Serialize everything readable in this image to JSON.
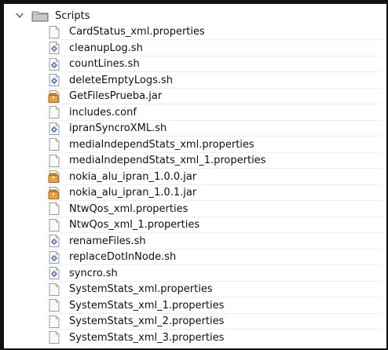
{
  "folder": {
    "name": "Scripts",
    "expanded": true,
    "icon": "folder-icon"
  },
  "files": [
    {
      "label": "CardStatus_xml.properties",
      "icon": "text-file-icon"
    },
    {
      "label": "cleanupLog.sh",
      "icon": "shell-script-icon"
    },
    {
      "label": "countLines.sh",
      "icon": "shell-script-icon"
    },
    {
      "label": "deleteEmptyLogs.sh",
      "icon": "shell-script-icon"
    },
    {
      "label": "GetFilesPrueba.jar",
      "icon": "jar-file-icon"
    },
    {
      "label": "includes.conf",
      "icon": "text-file-icon"
    },
    {
      "label": "ipranSyncroXML.sh",
      "icon": "shell-script-icon"
    },
    {
      "label": "mediaIndependStats_xml.properties",
      "icon": "text-file-icon"
    },
    {
      "label": "mediaIndependStats_xml_1.properties",
      "icon": "text-file-icon"
    },
    {
      "label": "nokia_alu_ipran_1.0.0.jar",
      "icon": "jar-file-icon"
    },
    {
      "label": "nokia_alu_ipran_1.0.1.jar",
      "icon": "jar-file-icon"
    },
    {
      "label": "NtwQos_xml.properties",
      "icon": "text-file-icon"
    },
    {
      "label": "NtwQos_xml_1.properties",
      "icon": "text-file-icon"
    },
    {
      "label": "renameFiles.sh",
      "icon": "shell-script-icon"
    },
    {
      "label": "replaceDotInNode.sh",
      "icon": "shell-script-icon"
    },
    {
      "label": "syncro.sh",
      "icon": "shell-script-icon"
    },
    {
      "label": "SystemStats_xml.properties",
      "icon": "text-file-icon"
    },
    {
      "label": "SystemStats_xml_1.properties",
      "icon": "text-file-icon"
    },
    {
      "label": "SystemStats_xml_2.properties",
      "icon": "text-file-icon"
    },
    {
      "label": "SystemStats_xml_3.properties",
      "icon": "text-file-icon"
    }
  ]
}
